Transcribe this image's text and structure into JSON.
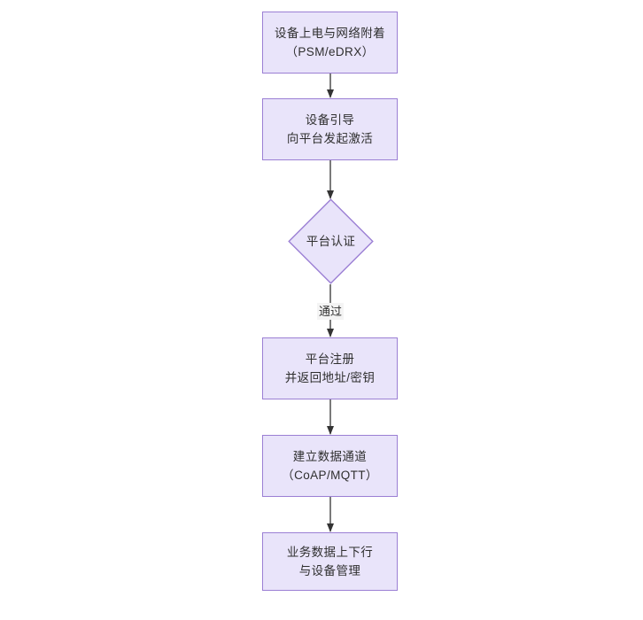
{
  "diagram": {
    "type": "flowchart",
    "orientation": "top-to-bottom",
    "background_color": "#ffffff",
    "node_fill_color": "#e9e4fa",
    "node_border_color": "#9b7fd4",
    "text_color": "#2f2f2f",
    "edge_color": "#333333",
    "nodes": [
      {
        "id": "n1",
        "shape": "rectangle",
        "line1": "设备上电与网络附着",
        "line2": "（PSM/eDRX）"
      },
      {
        "id": "n2",
        "shape": "rectangle",
        "line1": "设备引导",
        "line2": "向平台发起激活"
      },
      {
        "id": "n3",
        "shape": "diamond",
        "line1": "平台认证"
      },
      {
        "id": "n4",
        "shape": "rectangle",
        "line1": "平台注册",
        "line2": "并返回地址/密钥"
      },
      {
        "id": "n5",
        "shape": "rectangle",
        "line1": "建立数据通道",
        "line2": "（CoAP/MQTT）"
      },
      {
        "id": "n6",
        "shape": "rectangle",
        "line1": "业务数据上下行",
        "line2": "与设备管理"
      }
    ],
    "edges": [
      {
        "id": "e1",
        "from": "n1",
        "to": "n2",
        "label": ""
      },
      {
        "id": "e2",
        "from": "n2",
        "to": "n3",
        "label": ""
      },
      {
        "id": "e3",
        "from": "n3",
        "to": "n4",
        "label": "通过"
      },
      {
        "id": "e4",
        "from": "n4",
        "to": "n5",
        "label": ""
      },
      {
        "id": "e5",
        "from": "n5",
        "to": "n6",
        "label": ""
      }
    ]
  }
}
